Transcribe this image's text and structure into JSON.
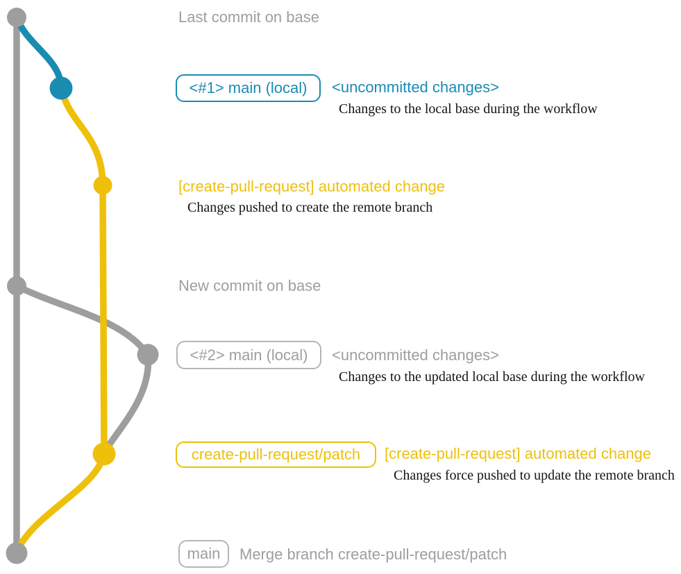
{
  "colors": {
    "background": "#ffffff",
    "base_gray": "#9e9e9e",
    "border_gray": "#b5b5b5",
    "local_blue": "#1a8cb1",
    "patch_yellow": "#eec00a",
    "description_black": "#141414"
  },
  "commits": {
    "last_base": {
      "message": "Last commit on base"
    },
    "uncommitted_1": {
      "branch_label": "<#1> main (local)",
      "message": "<uncommitted changes>",
      "description": "Changes to the local base during the workflow"
    },
    "automated_1": {
      "message": "[create-pull-request] automated change",
      "description": "Changes pushed to create the remote branch"
    },
    "new_base": {
      "message": "New commit on base"
    },
    "uncommitted_2": {
      "branch_label": "<#2> main (local)",
      "message": "<uncommitted changes>",
      "description": "Changes to the updated local base during the workflow"
    },
    "automated_2": {
      "branch_label": "create-pull-request/patch",
      "message": "[create-pull-request] automated change",
      "description": "Changes force pushed to update the remote branch"
    },
    "merge": {
      "branch_label": "main",
      "message": "Merge branch create-pull-request/patch"
    }
  }
}
